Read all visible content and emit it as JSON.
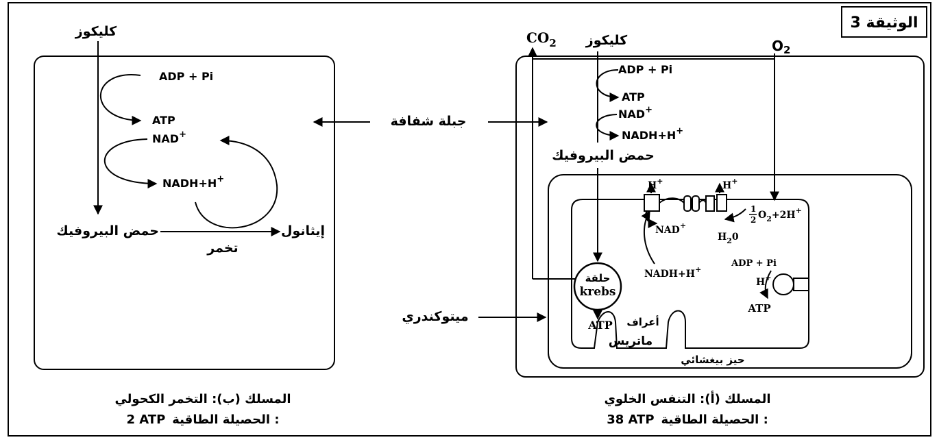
{
  "doc_label": "الوثيقة 3",
  "shared": {
    "membrane_label": "جبلة شفافة",
    "mito_label": "ميتوكندري"
  },
  "pathway_a": {
    "glucose": "كليكوز",
    "co2_main": "CO",
    "co2_sub": "2",
    "o2_main": "O",
    "o2_sub": "2",
    "adp": "ADP + Pi",
    "atp": "ATP",
    "nad_main": "NAD",
    "nad_sup": "+",
    "nadh_main": "NADH+H",
    "nadh_sup": "+",
    "pyruvic": "حمض البيروفيك",
    "h_plus_1": "H",
    "h_plus_2": "H",
    "h_sup": "+",
    "nad2_main": "NAD",
    "nad2_sup": "+",
    "water_main": "H",
    "water_sub": "2",
    "water_end": "0",
    "oxygen_half": "O",
    "oxygen_sub": "2",
    "oxygen_rest": "+2H",
    "oxygen_sup": "+",
    "frac_num": "1",
    "frac_den": "2",
    "nadh2_main": "NADH+H",
    "nadh2_sup": "+",
    "krebs_ar": "حلقة",
    "krebs_en": "krebs",
    "adp2": "ADP + Pi",
    "h3_main": "H",
    "h3_sup": "+",
    "atp2": "ATP",
    "atp3": "ATP",
    "matrix": "ماتريس",
    "cristae": "أعراف",
    "intermembrane": "حيز بيغشائي",
    "caption_title": "المسلك (أ): التنفس الخلوي",
    "caption_yield_label": "الحصيلة الطاقية :",
    "caption_yield_value": "38 ATP"
  },
  "pathway_b": {
    "glucose": "كليكوز",
    "adp": "ADP + Pi",
    "atp": "ATP",
    "nad_main": "NAD",
    "nad_sup": "+",
    "nadh_main": "NADH+H",
    "nadh_sup": "+",
    "pyruvic": "حمض البيروفيك",
    "ethanol": "إيثانول",
    "fermentation": "تخمر",
    "caption_title": "المسلك (ب): التخمر الكحولي",
    "caption_yield_label": "الحصيلة الطاقية :",
    "caption_yield_value": "2 ATP"
  }
}
